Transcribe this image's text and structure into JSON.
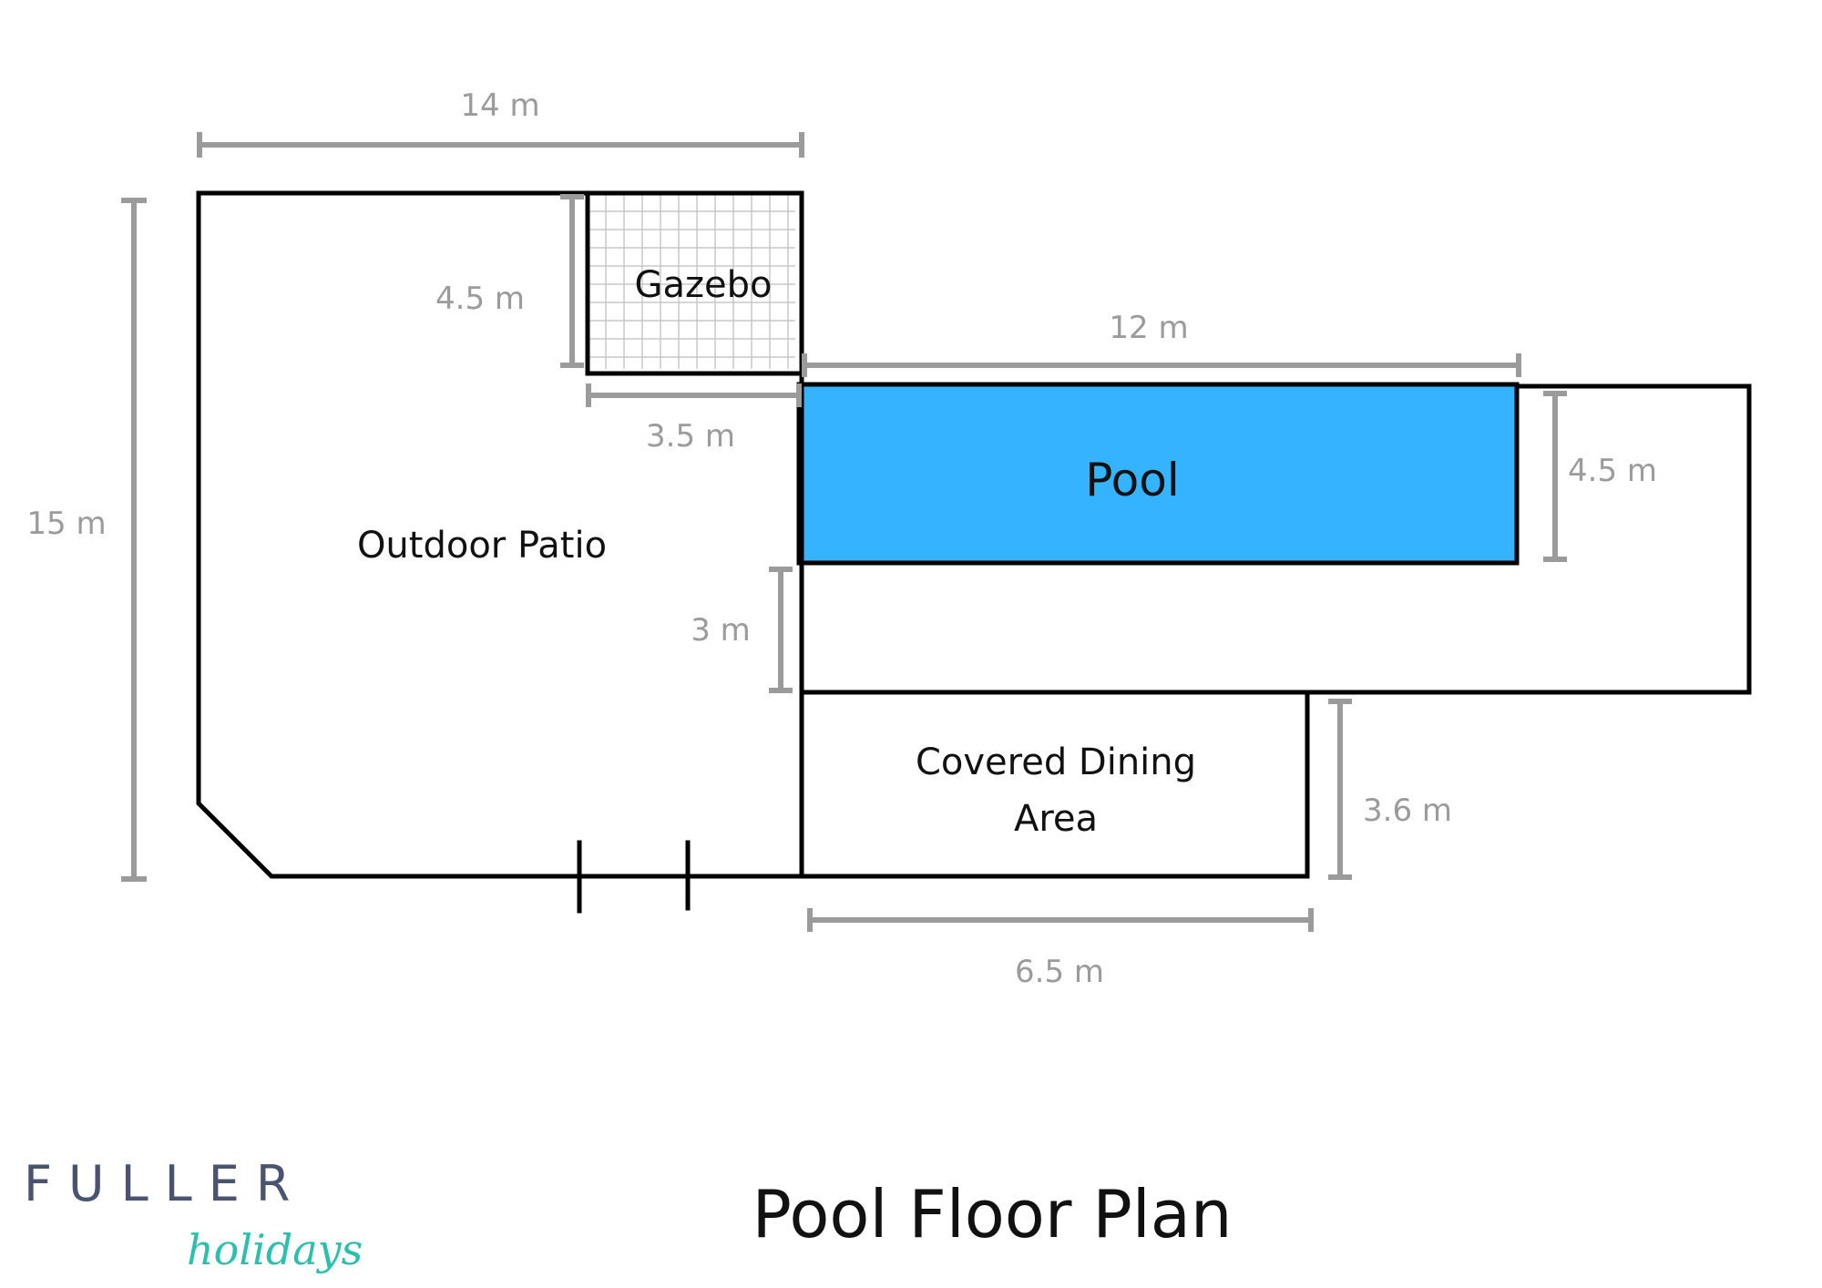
{
  "title": "Pool Floor Plan",
  "brand": {
    "name": "FULLER",
    "subtitle": "holidays",
    "name_color": "#4a5470",
    "subtitle_color": "#2bbfae"
  },
  "colors": {
    "wall": "#000000",
    "dimension": "#9b9b9b",
    "pool_fill": "#36b3ff",
    "gazebo_grid": "#c8c8c8"
  },
  "rooms": {
    "gazebo": "Gazebo",
    "outdoor_patio": "Outdoor Patio",
    "pool": "Pool",
    "dining_line1": "Covered Dining",
    "dining_line2": "Area"
  },
  "dimensions": {
    "overall_width": "14 m",
    "overall_height": "15 m",
    "gazebo_height": "4.5 m",
    "gazebo_width": "3.5 m",
    "pool_length": "12 m",
    "pool_width": "4.5 m",
    "pool_deck_gap": "3 m",
    "dining_height": "3.6 m",
    "dining_width": "6.5 m"
  }
}
